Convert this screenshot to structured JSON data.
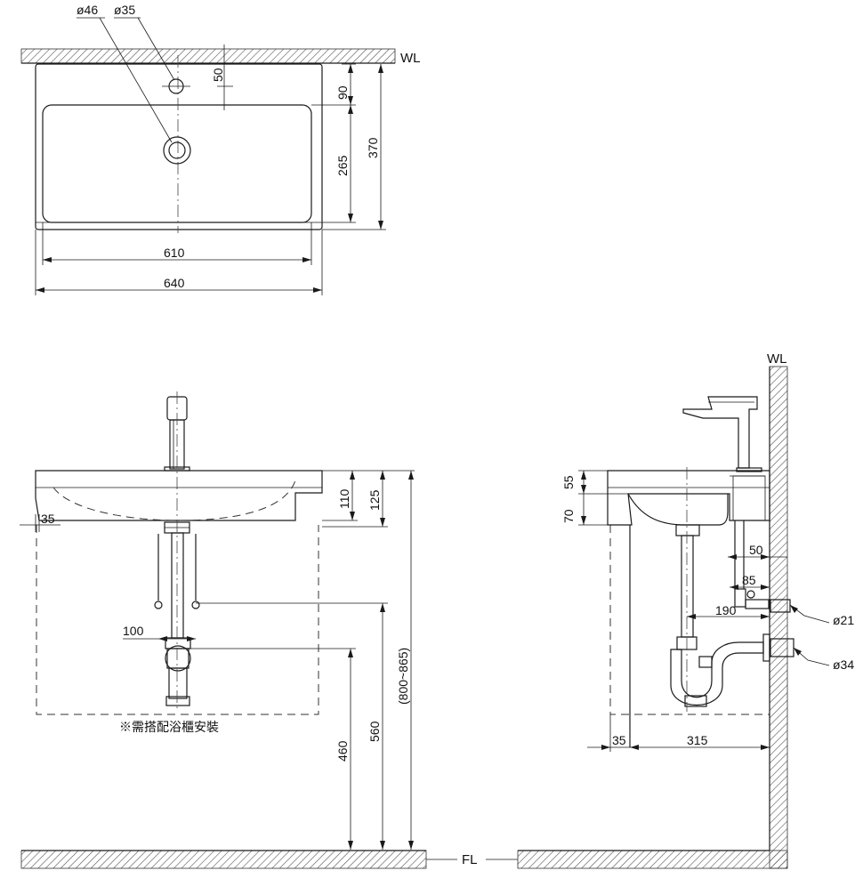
{
  "top_view": {
    "hole_large_dia": "ø46",
    "hole_small_dia": "ø35",
    "wall_label": "WL",
    "dim_faucet_offset": "50",
    "dim_back_to_bowl": "90",
    "dim_bowl_depth": "265",
    "dim_total_depth": "370",
    "dim_bowl_width": "610",
    "dim_total_width": "640"
  },
  "front_view": {
    "dim_side_35": "35",
    "dim_trap_spacing": "100",
    "dim_basin_110": "110",
    "dim_basin_125": "125",
    "dim_height_range": "(800~865)",
    "dim_inlet_height": "560",
    "dim_drain_height": "460",
    "note": "※需搭配浴櫃安裝",
    "floor_label": "FL"
  },
  "side_view": {
    "wall_label": "WL",
    "dim_55": "55",
    "dim_70": "70",
    "dim_50": "50",
    "dim_85": "85",
    "dim_190": "190",
    "dim_supply_dia": "ø21",
    "dim_drain_dia": "ø34",
    "dim_35": "35",
    "dim_315": "315"
  }
}
